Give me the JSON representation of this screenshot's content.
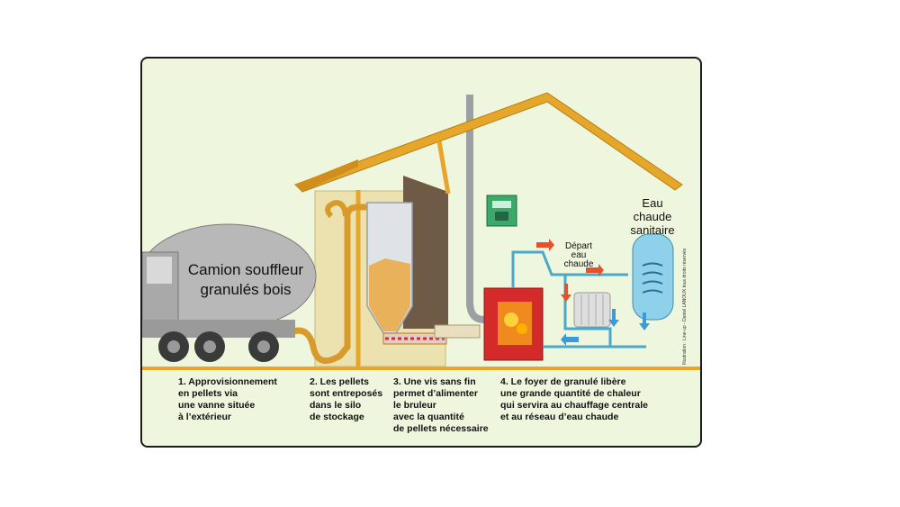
{
  "truck": {
    "line1": "Camion souffleur",
    "line2": "granulés bois"
  },
  "boiler_labels": {
    "depart_line1": "Départ",
    "depart_line2": "eau",
    "depart_line3": "chaude"
  },
  "tank_label": {
    "line1": "Eau",
    "line2": "chaude",
    "line3": "sanitaire"
  },
  "credit": "Illustration : Line-up - Daniel LANOUX tous droits réservés",
  "steps": [
    {
      "text": "1. Approvisionnement\nen pellets via\nune vanne située\nà l’extérieur"
    },
    {
      "text": "2. Les pellets\nsont entreposés\ndans le silo\nde stockage"
    },
    {
      "text": "3. Une vis sans fin\n permet d’alimenter\nle bruleur\navec la quantité\nde pellets nécessaire"
    },
    {
      "text": "4. Le foyer de granulé libère\nune grande quantité de chaleur\nqui servira au chauffage centrale\net au réseau d’eau chaude"
    }
  ],
  "colors": {
    "frame_bg": "#eef6de",
    "roof": "#e6a62a",
    "tank": "#b9b9b9",
    "boiler": "#d42a2a",
    "hot_pipe": "#4aa8c9",
    "arrow_hot": "#e8502a",
    "arrow_cold": "#3a9bd6"
  }
}
